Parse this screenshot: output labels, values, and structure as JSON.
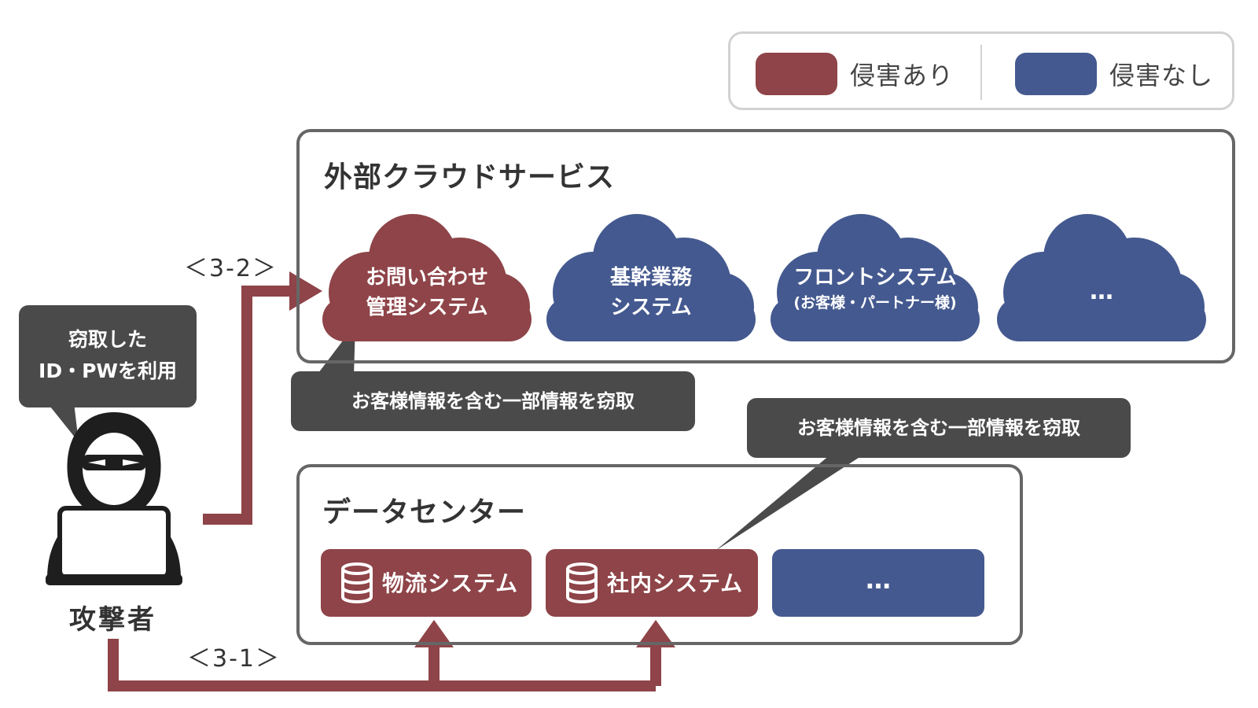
{
  "legend": {
    "breached_label": "侵害あり",
    "not_breached_label": "侵害なし",
    "breached_color": "#8e4448",
    "not_breached_color": "#44598f"
  },
  "cloud_group": {
    "title": "外部クラウドサービス",
    "clouds": [
      {
        "line1": "お問い合わせ",
        "line2": "管理システム",
        "status": "breached"
      },
      {
        "line1": "基幹業務",
        "line2": "システム",
        "status": "not_breached"
      },
      {
        "line1": "フロントシステム",
        "line2": "(お客様・パートナー様)",
        "status": "not_breached"
      },
      {
        "line1": "…",
        "line2": "",
        "status": "not_breached"
      }
    ]
  },
  "data_center": {
    "title": "データセンター",
    "blocks": [
      {
        "label": "物流システム",
        "status": "breached"
      },
      {
        "label": "社内システム",
        "status": "breached"
      },
      {
        "label": "…",
        "status": "not_breached"
      }
    ]
  },
  "callouts": {
    "cloud_theft": "お客様情報を含む一部情報を窃取",
    "dc_theft": "お客様情報を含む一部情報を窃取",
    "attacker_speech_line1": "窃取した",
    "attacker_speech_line2": "ID・PWを利用"
  },
  "steps": {
    "step_cloud": "＜3-2＞",
    "step_dc": "＜3-1＞"
  },
  "attacker_label": "攻撃者",
  "colors": {
    "arrow": "#8e4448",
    "frame_bg": "#e0e0e0",
    "frame_border": "#666666",
    "callout_bg": "#4a4a4a"
  }
}
